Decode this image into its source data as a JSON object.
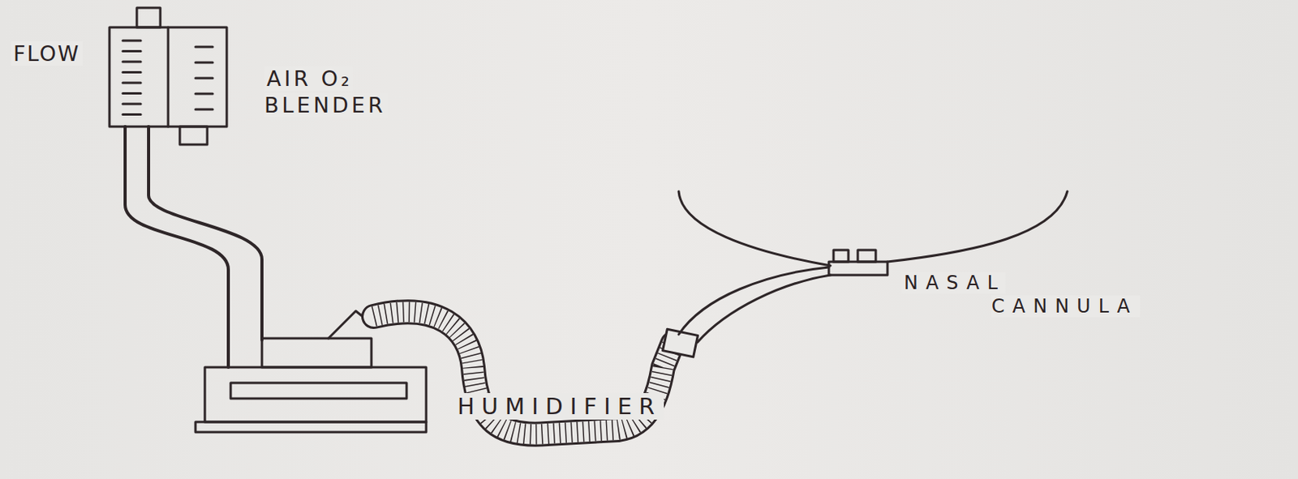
{
  "diagram": {
    "labels": [
      "FLOW",
      "AIR O₂ BLENDER",
      "HUMIDIFIER",
      "NASAL CANNULA"
    ]
  }
}
